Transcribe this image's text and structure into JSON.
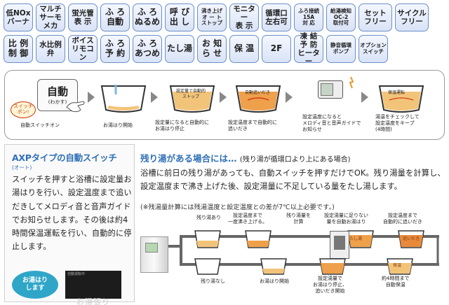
{
  "tags_row1": [
    {
      "label": "低NOx\nバーナ",
      "size": "md"
    },
    {
      "label": "マルチ\nサーモ\nメカ",
      "size": "md"
    },
    {
      "label": "蛍光管\n表 示",
      "size": "md"
    },
    {
      "label": "ふ ろ\n自動",
      "size": "lg"
    },
    {
      "label": "ふ ろ\nぬるめ",
      "size": "lg"
    },
    {
      "label": "呼 び\n出 し",
      "size": "lg"
    },
    {
      "label": "沸き上げ\nオ ー ト\nストップ",
      "size": "sm"
    },
    {
      "label": "モニター\n表 示",
      "size": "md"
    },
    {
      "label": "循環口\n左右可",
      "size": "md"
    },
    {
      "label": "ふろ接続\n15A\n対 応",
      "size": "sm"
    },
    {
      "label": "給湯検知\nOC-2\n取付可",
      "size": "sm"
    },
    {
      "label": "セット\nフリー",
      "size": "md",
      "wide": true
    },
    {
      "label": "サイクル\nフリー",
      "size": "md",
      "wide": true
    }
  ],
  "tags_row2": [
    {
      "label": "比 例\n制 御",
      "size": "lg"
    },
    {
      "label": "水比例\n弁",
      "size": "md"
    },
    {
      "label": "ボイス\nリモコン",
      "size": "md"
    },
    {
      "label": "ふ ろ\n予 約",
      "size": "lg"
    },
    {
      "label": "ふ ろ\nあつめ",
      "size": "lg"
    },
    {
      "label": "たし湯",
      "size": "lg"
    },
    {
      "label": "お 知\nら せ",
      "size": "lg"
    },
    {
      "label": "保 温",
      "size": "lg"
    },
    {
      "label": "2F",
      "size": "lg"
    },
    {
      "label": "凍 結\n予 防\nヒーター",
      "size": "md"
    },
    {
      "label": "静音循環\nポンプ",
      "size": "sm"
    },
    {
      "label": "オプション\nスイッチ",
      "size": "sm"
    }
  ],
  "flow": {
    "auto_button_main": "自動",
    "auto_button_sub": "(わかす)",
    "switch_bubble": "スイッチ\nポン!",
    "step_labels": [
      "自動スイッチオン",
      "お湯はり開始",
      "設定量になると自動的に\nお湯はり停止",
      "設定温度まで自動的に\n追いだき",
      "設定温度になると\nメロディ音と音声ガイドで\nお知らせ",
      "湯温をチェックして\n設定温度をキープ\n(4時間)"
    ],
    "tub_texts": [
      "設定量で自動的\nストップ",
      "自動追いだき",
      "保温運転"
    ]
  },
  "axp": {
    "title": "AXPタイプの自動スイッチ",
    "subtitle": "(オート)",
    "body": "スイッチを押すと浴槽に設定量お湯はりを行い、設定温度まで追いだきしてメロディ音と音声ガイドでお知らせします。その後は約4時間保温運転を行い、自動的に停止します。",
    "badge_label": "お湯はり\nします",
    "display_text": "お湯張り\nします",
    "display_small": "自動運転中"
  },
  "remaining": {
    "title": "残り湯がある場合には…",
    "title_note": "(残り湯が循環口より上にある場合)",
    "body": "浴槽に前日の残り湯があっても、自動スイッチを押すだけでOK。残り湯量を計算し、設定温度まで沸き上げた後、設定湯量に不足している量をたし湯します。",
    "note": "(※残湯量計算には残湯温度と設定温度との差が7℃以上必要です。)",
    "diagram_top_labels": [
      "残り湯あり",
      "設定温度まで\n一度沸き上げる。",
      "残り湯量を\n計算",
      "設定湯量に足りない\n量を自動お湯はり",
      "設定温度まで\n自動的に追いだき"
    ],
    "diagram_bottom_labels": [
      "残り湯なし",
      "お湯はり開始",
      "設定湯量で\nお湯はり停止、\n追いだき開始",
      "約4時間まで\n自動保温"
    ],
    "diagram_tub_text": [
      "追いだき",
      "たし湯",
      "保温"
    ]
  },
  "colors": {
    "tag_border": "#6a8fc7",
    "accent_blue": "#2f6fb8",
    "water": "#e9a33a",
    "badge": "#2fa6c8"
  }
}
